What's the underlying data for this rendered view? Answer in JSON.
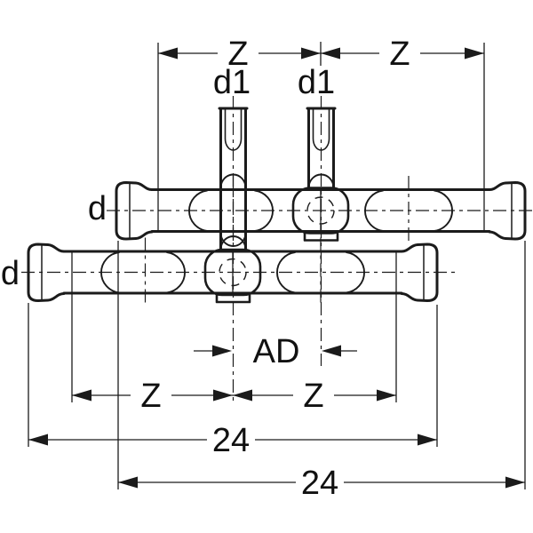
{
  "diagram": {
    "background": "#ffffff",
    "line_color": "#1b1b1b",
    "labels": {
      "z_top_left": "Z",
      "z_top_right": "Z",
      "d1_left": "d1",
      "d1_right": "d1",
      "d_upper": "d",
      "d_lower": "d",
      "ad": "AD",
      "z_bottom_left": "Z",
      "z_bottom_right": "Z",
      "length_lower_pipe": "24",
      "length_upper_pipe": "24"
    }
  }
}
